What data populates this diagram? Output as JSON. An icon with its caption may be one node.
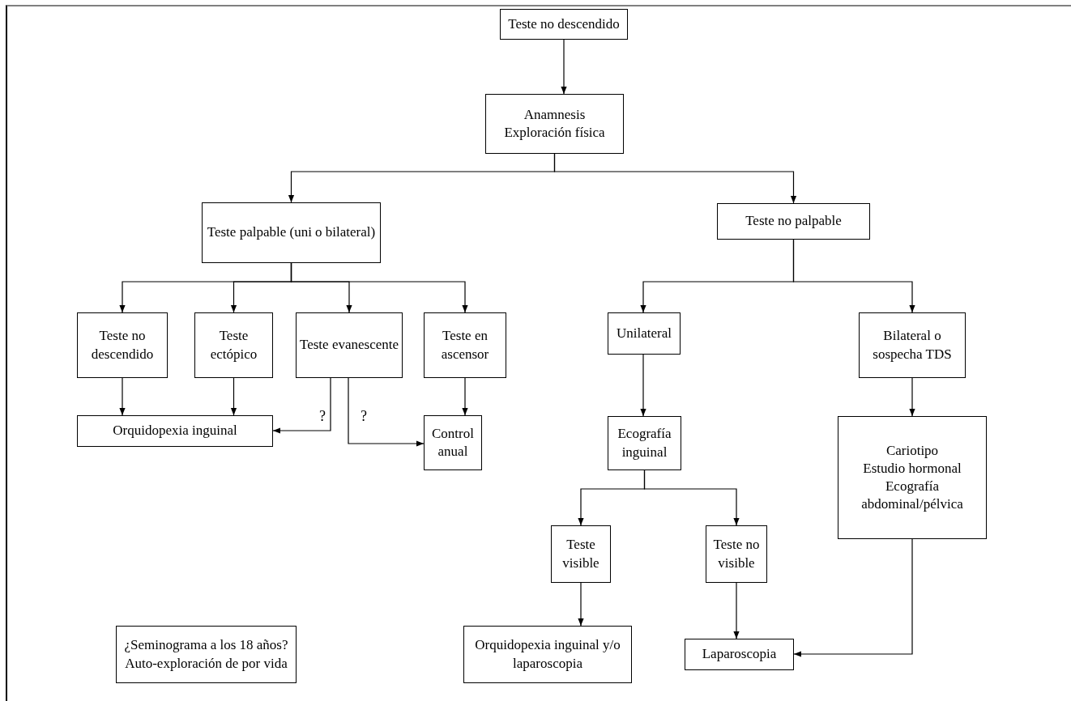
{
  "diagram": {
    "nodes": [
      {
        "text": [
          "Teste no descendido"
        ]
      },
      {
        "text": [
          "Anamnesis",
          "Exploración física"
        ]
      },
      {
        "text": [
          "Teste palpable (uni o bilateral)"
        ]
      },
      {
        "text": [
          "Teste no palpable"
        ]
      },
      {
        "text": [
          "Teste no descendido"
        ]
      },
      {
        "text": [
          "Teste ectópico"
        ]
      },
      {
        "text": [
          "Teste evanescente"
        ]
      },
      {
        "text": [
          "Teste en ascensor"
        ]
      },
      {
        "text": [
          "Unilateral"
        ]
      },
      {
        "text": [
          "Bilateral o sospecha TDS"
        ]
      },
      {
        "text": [
          "Orquidopexia inguinal"
        ]
      },
      {
        "text": [
          "Control anual"
        ]
      },
      {
        "text": [
          "Ecografía inguinal"
        ]
      },
      {
        "text": [
          "Cariotipo",
          "Estudio hormonal",
          "Ecografía abdominal/pélvica"
        ]
      },
      {
        "text": [
          "Teste visible"
        ]
      },
      {
        "text": [
          "Teste no visible"
        ]
      },
      {
        "text": [
          "Orquidopexia inguinal y/o laparoscopia"
        ]
      },
      {
        "text": [
          "Laparoscopia"
        ]
      },
      {
        "text": [
          "¿Seminograma a los 18 años?",
          "Auto-exploración de por vida"
        ]
      }
    ],
    "edges": [
      {
        "from": 0,
        "to": 1,
        "arrow": "to"
      },
      {
        "from": 1,
        "to": 2,
        "arrow": "to"
      },
      {
        "from": 1,
        "to": 3,
        "arrow": "to"
      },
      {
        "from": 2,
        "to": 4,
        "arrow": "to"
      },
      {
        "from": 2,
        "to": 5,
        "arrow": "to"
      },
      {
        "from": 2,
        "to": 6,
        "arrow": "to"
      },
      {
        "from": 2,
        "to": 7,
        "arrow": "to"
      },
      {
        "from": 3,
        "to": 8,
        "arrow": "to"
      },
      {
        "from": 3,
        "to": 9,
        "arrow": "to"
      },
      {
        "from": 4,
        "to": 10,
        "arrow": "to"
      },
      {
        "from": 5,
        "to": 10,
        "arrow": "to"
      },
      {
        "from": 6,
        "to": 10,
        "arrow": "to",
        "label": "?"
      },
      {
        "from": 6,
        "to": 11,
        "arrow": "to",
        "label": "?"
      },
      {
        "from": 7,
        "to": 11,
        "arrow": "to"
      },
      {
        "from": 8,
        "to": 12,
        "arrow": "to"
      },
      {
        "from": 12,
        "to": 14,
        "arrow": "to"
      },
      {
        "from": 12,
        "to": 15,
        "arrow": "to"
      },
      {
        "from": 14,
        "to": 16,
        "arrow": "to"
      },
      {
        "from": 15,
        "to": 17,
        "arrow": "to"
      },
      {
        "from": 9,
        "to": 13,
        "arrow": "to"
      },
      {
        "from": 13,
        "to": 17,
        "arrow": "to"
      }
    ]
  }
}
